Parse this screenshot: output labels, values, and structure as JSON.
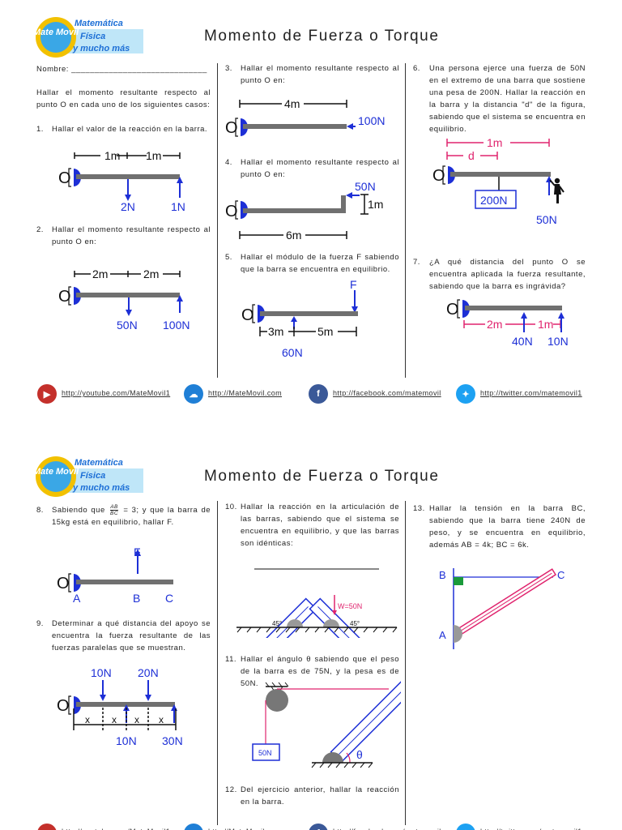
{
  "logo": {
    "name": "Mate Movil",
    "l1": "Matemática",
    "l2": "Física",
    "l3": "y mucho más"
  },
  "title": "Momento de Fuerza o Torque",
  "nombre": "Nombre: _____________________________",
  "intro": "Hallar el momento resultante respecto al punto O en cada uno de los siguientes casos:",
  "p1": {
    "n": "1.",
    "text": "Hallar el valor de la reacción en la barra.",
    "d1": "1m",
    "d2": "1m",
    "f1": "2N",
    "f2": "1N",
    "o": "O"
  },
  "p2": {
    "n": "2.",
    "text": "Hallar el momento resultante respecto al punto O en:",
    "d1": "2m",
    "d2": "2m",
    "f1": "50N",
    "f2": "100N",
    "o": "O"
  },
  "p3": {
    "n": "3.",
    "text": "Hallar el momento resultante respecto al punto O en:",
    "d": "4m",
    "f": "100N",
    "o": "O"
  },
  "p4": {
    "n": "4.",
    "text": "Hallar el momento resultante respecto al punto O en:",
    "f": "50N",
    "h": "1m",
    "d": "6m",
    "o": "O"
  },
  "p5": {
    "n": "5.",
    "text": "Hallar el módulo de la fuerza F sabiendo que la barra se encuentra en equilibrio.",
    "F": "F",
    "d1": "3m",
    "d2": "5m",
    "f": "60N",
    "o": "O"
  },
  "p6": {
    "n": "6.",
    "text": "Una persona ejerce una fuerza de 50N en el extremo de una barra que sostiene una pesa de 200N. Hallar la reacción en la barra y la distancia \"d\" de la figura, sabiendo que el sistema se encuentra en equilibrio.",
    "d1": "1m",
    "d": "d",
    "w": "200N",
    "f": "50N",
    "o": "O"
  },
  "p7": {
    "n": "7.",
    "text": "¿A qué distancia del punto O se encuentra aplicada la fuerza resultante, sabiendo que la barra es ingrávida?",
    "d1": "2m",
    "d2": "1m",
    "f1": "40N",
    "f2": "10N",
    "o": "O"
  },
  "footer": {
    "youtube": "http://youtube.com/MateMovil1",
    "web": "http://MateMovil.com",
    "facebook": "http://facebook.com/matemovil",
    "twitter": "http://twitter.com/matemovil1"
  },
  "p8": {
    "n": "8.",
    "pre": "Sabiendo que",
    "frac_num": "AB",
    "frac_den": "BC",
    "post": "= 3; y que la barra de 15kg está en equilibrio, hallar F.",
    "F": "F",
    "A": "A",
    "B": "B",
    "C": "C",
    "o": "O"
  },
  "p9": {
    "n": "9.",
    "text": "Determinar a qué distancia del apoyo se encuentra la fuerza resultante de las fuerzas paralelas que se muestran.",
    "f1": "10N",
    "f2": "20N",
    "f3": "10N",
    "f4": "30N",
    "x": "x",
    "o": "O"
  },
  "p10": {
    "n": "10.",
    "text": "Hallar la reacción en la articulación de las barras, sabiendo que el sistema se encuentra en equilibrio, y que las barras son idénticas:",
    "w": "W=50N",
    "a1": "45°",
    "a2": "45°"
  },
  "p11": {
    "n": "11.",
    "text": "Hallar el ángulo θ sabiendo que el peso de la barra es de 75N, y la pesa es de 50N.",
    "w": "50N",
    "theta": "θ"
  },
  "p12": {
    "n": "12.",
    "text": "Del ejercicio anterior, hallar la reacción en la barra."
  },
  "p13": {
    "n": "13.",
    "text": "Hallar la tensión en la barra BC, sabiendo que la barra tiene 240N de peso, y se encuentra en equilibrio, además AB = 4k; BC = 6k.",
    "A": "A",
    "B": "B",
    "C": "C"
  },
  "colors": {
    "bar": "#707070",
    "arrow": "#1d2fd6",
    "label": "#1d2fd6",
    "dim": "#111111",
    "pink": "#e0246e",
    "logo_yellow": "#f2c100",
    "logo_blue": "#3aa7e6"
  }
}
